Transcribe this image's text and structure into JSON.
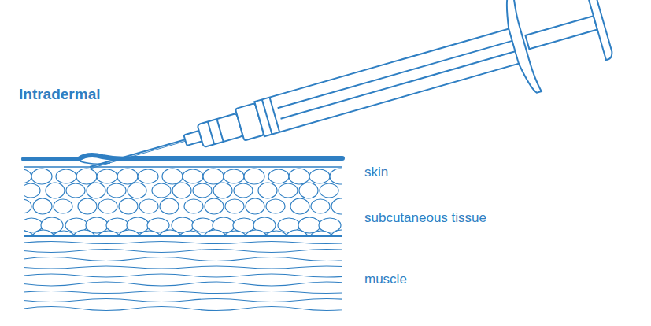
{
  "diagram": {
    "labels": [
      "Intradermal",
      "skin",
      "subcutaneous tissue",
      "muscle"
    ]
  }
}
